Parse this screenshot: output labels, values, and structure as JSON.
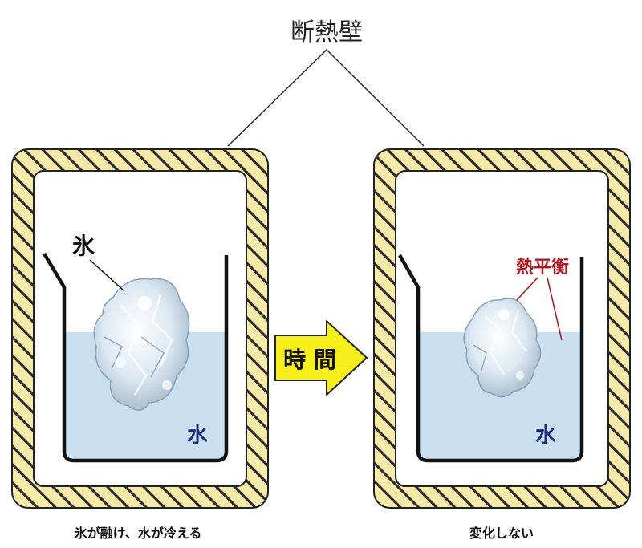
{
  "title": "断熱壁",
  "arrow_label": "時 間",
  "left_panel": {
    "ice_label": "氷",
    "water_label": "水",
    "caption": "氷が融け、水が冷える"
  },
  "right_panel": {
    "equilibrium_label": "熱平衡",
    "water_label": "水",
    "caption": "変化しない"
  },
  "colors": {
    "wall_fill": "#f5eaa8",
    "wall_hatch": "#2a2a2a",
    "water": "#c9dff0",
    "ice": "#dde9f3",
    "arrow_fill": "#f7ef1a",
    "water_text": "#1a2f78",
    "equilibrium_text": "#b01a22"
  }
}
